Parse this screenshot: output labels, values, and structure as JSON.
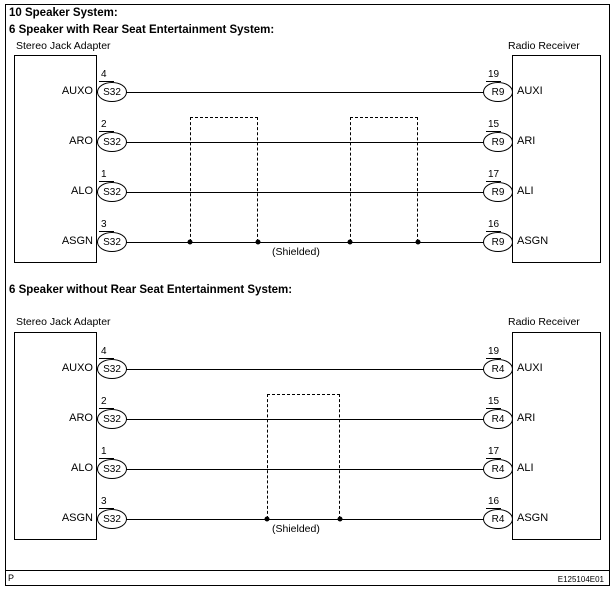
{
  "titles": {
    "system": "10 Speaker System:",
    "with_rse": "6 Speaker with Rear Seat Entertainment System:",
    "without_rse": "6 Speaker without Rear Seat Entertainment System:"
  },
  "footer": {
    "left": "P",
    "right": "E125104E01"
  },
  "colors": {
    "ink": "#000000",
    "paper": "#ffffff"
  },
  "diagrams": [
    {
      "left_component": "Stereo Jack Adapter",
      "right_component": "Radio Receiver",
      "shield_label": "(Shielded)",
      "rows": [
        {
          "signal_left": "AUXO",
          "pin_left": "4",
          "connector_left": "S32",
          "pin_right": "19",
          "connector_right": "R9",
          "signal_right": "AUXI"
        },
        {
          "signal_left": "ARO",
          "pin_left": "2",
          "connector_left": "S32",
          "pin_right": "15",
          "connector_right": "R9",
          "signal_right": "ARI"
        },
        {
          "signal_left": "ALO",
          "pin_left": "1",
          "connector_left": "S32",
          "pin_right": "17",
          "connector_right": "R9",
          "signal_right": "ALI"
        },
        {
          "signal_left": "ASGN",
          "pin_left": "3",
          "connector_left": "S32",
          "pin_right": "16",
          "connector_right": "R9",
          "signal_right": "ASGN"
        }
      ]
    },
    {
      "left_component": "Stereo Jack Adapter",
      "right_component": "Radio Receiver",
      "shield_label": "(Shielded)",
      "rows": [
        {
          "signal_left": "AUXO",
          "pin_left": "4",
          "connector_left": "S32",
          "pin_right": "19",
          "connector_right": "R4",
          "signal_right": "AUXI"
        },
        {
          "signal_left": "ARO",
          "pin_left": "2",
          "connector_left": "S32",
          "pin_right": "15",
          "connector_right": "R4",
          "signal_right": "ARI"
        },
        {
          "signal_left": "ALO",
          "pin_left": "1",
          "connector_left": "S32",
          "pin_right": "17",
          "connector_right": "R4",
          "signal_right": "ALI"
        },
        {
          "signal_left": "ASGN",
          "pin_left": "3",
          "connector_left": "S32",
          "pin_right": "16",
          "connector_right": "R4",
          "signal_right": "ASGN"
        }
      ]
    }
  ]
}
